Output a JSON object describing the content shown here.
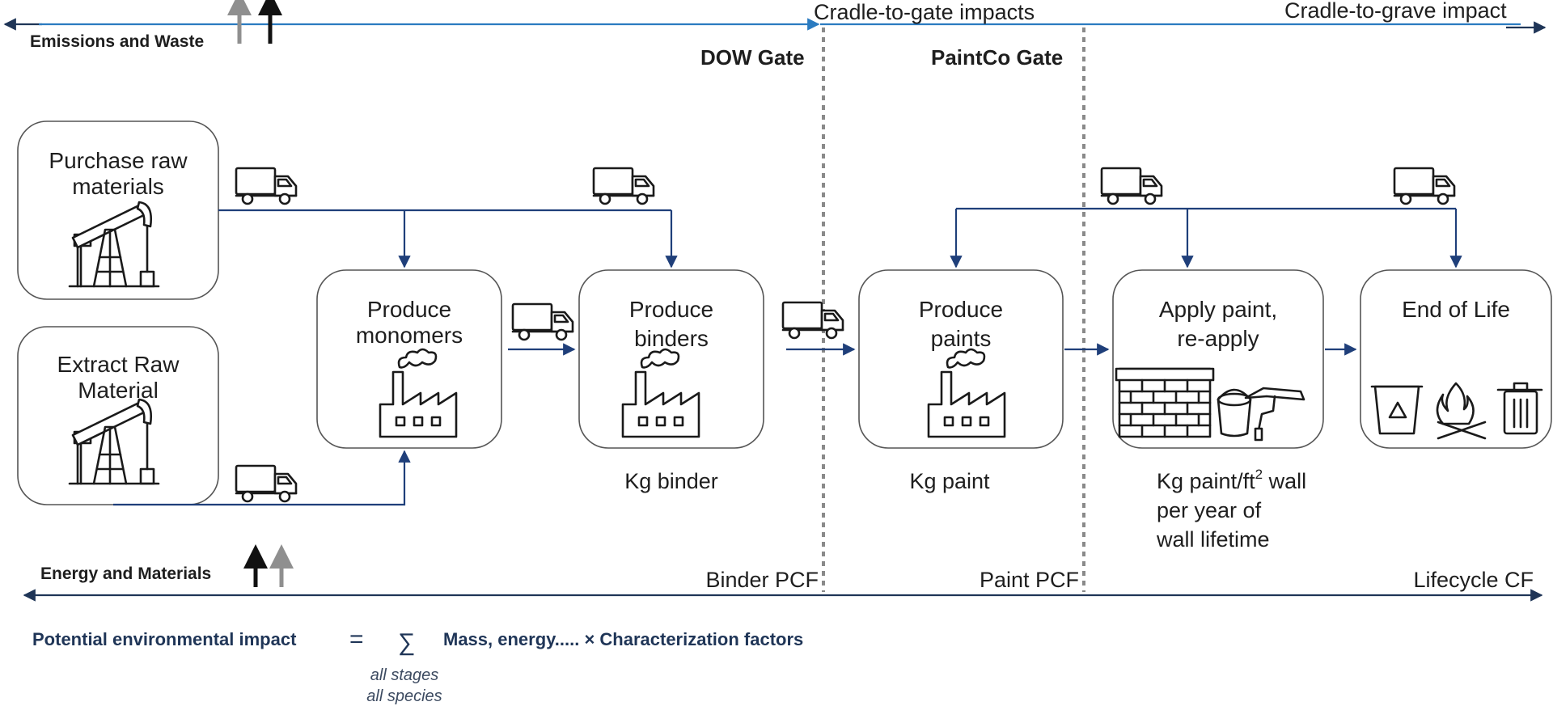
{
  "top": {
    "emissions_label": "Emissions and Waste",
    "cradle_to_gate_label": "Cradle-to-gate impacts",
    "cradle_to_grave_label": "Cradle-to-grave impact",
    "dow_gate_label": "DOW Gate",
    "paintco_gate_label": "PaintCo Gate"
  },
  "stages": {
    "purchase_line1": "Purchase raw",
    "purchase_line2": "materials",
    "extract_line1": "Extract Raw",
    "extract_line2": "Material",
    "monomers_line1": "Produce",
    "monomers_line2": "monomers",
    "binders_line1": "Produce",
    "binders_line2": "binders",
    "paints_line1": "Produce",
    "paints_line2": "paints",
    "apply_line1": "Apply paint,",
    "apply_line2": "re-apply",
    "eol_line1": "End of Life"
  },
  "units": {
    "binder": "Kg binder",
    "paint": "Kg paint",
    "wall_part1": "Kg paint/ft",
    "wall_sup": "2",
    "wall_part2": " wall",
    "wall_line2": "per year of",
    "wall_line3": "wall lifetime"
  },
  "bottom": {
    "energy_label": "Energy and Materials",
    "binder_pcf": "Binder PCF",
    "paint_pcf": "Paint PCF",
    "lifecycle_cf": "Lifecycle CF"
  },
  "formula": {
    "lhs": "Potential environmental impact",
    "equals": "=",
    "sigma": "∑",
    "rhs": "Mass, energy..... × Characterization factors",
    "sub1": "all stages",
    "sub2": "all species"
  },
  "colors": {
    "flow_arrow": "#1f3f7a",
    "cradle_arrow": "#2b7bc0",
    "lifecycle_arrow": "#1f3557",
    "gate_line": "#8a8a8a"
  }
}
